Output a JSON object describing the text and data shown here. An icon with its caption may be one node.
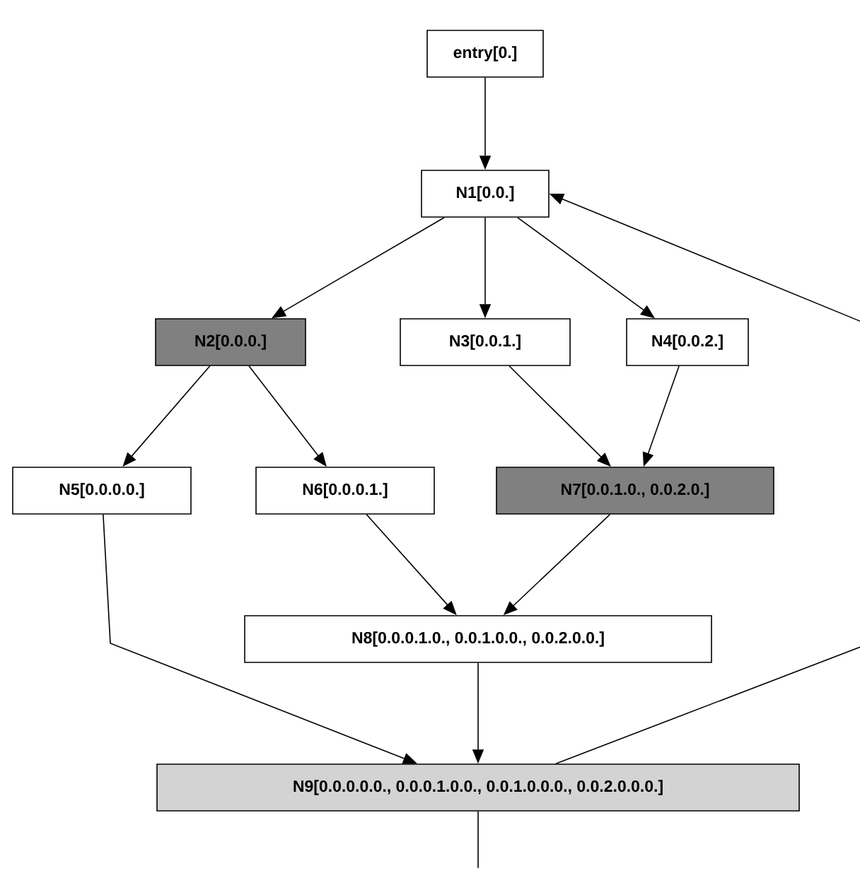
{
  "diagram": {
    "nodes": [
      {
        "text": [
          "entry[0.]"
        ]
      },
      {
        "text": [
          "N1[0.0.]"
        ]
      },
      {
        "text": [
          "N2[0.0.0.]"
        ]
      },
      {
        "text": [
          "N3[0.0.1.]"
        ]
      },
      {
        "text": [
          "N4[0.0.2.]"
        ]
      },
      {
        "text": [
          "N5[0.0.0.0.]"
        ]
      },
      {
        "text": [
          "N6[0.0.0.1.]"
        ]
      },
      {
        "text": [
          "N7[0.0.1.0., 0.0.2.0.]"
        ]
      },
      {
        "text": [
          "N8[0.0.0.1.0., 0.0.1.0.0., 0.0.2.0.0.]"
        ]
      },
      {
        "text": [
          "N9[0.0.0.0.0., 0.0.0.1.0.0., 0.0.1.0.0.0., 0.0.2.0.0.0.]"
        ]
      }
    ],
    "edges": [
      {
        "from": 0,
        "to": 1,
        "arrow": "to"
      },
      {
        "from": 1,
        "to": 2,
        "arrow": "to"
      },
      {
        "from": 1,
        "to": 3,
        "arrow": "to"
      },
      {
        "from": 1,
        "to": 4,
        "arrow": "to"
      },
      {
        "from": 2,
        "to": 5,
        "arrow": "to"
      },
      {
        "from": 2,
        "to": 6,
        "arrow": "to"
      },
      {
        "from": 3,
        "to": 7,
        "arrow": "to"
      },
      {
        "from": 4,
        "to": 7,
        "arrow": "to"
      },
      {
        "from": 6,
        "to": 8,
        "arrow": "to"
      },
      {
        "from": 7,
        "to": 8,
        "arrow": "to"
      },
      {
        "from": 5,
        "to": 9,
        "arrow": "to"
      },
      {
        "from": 8,
        "to": 9,
        "arrow": "to"
      },
      {
        "from": 9,
        "to": 1,
        "arrow": "to"
      },
      {
        "from": 9,
        "to": null,
        "arrow": "none"
      }
    ]
  }
}
